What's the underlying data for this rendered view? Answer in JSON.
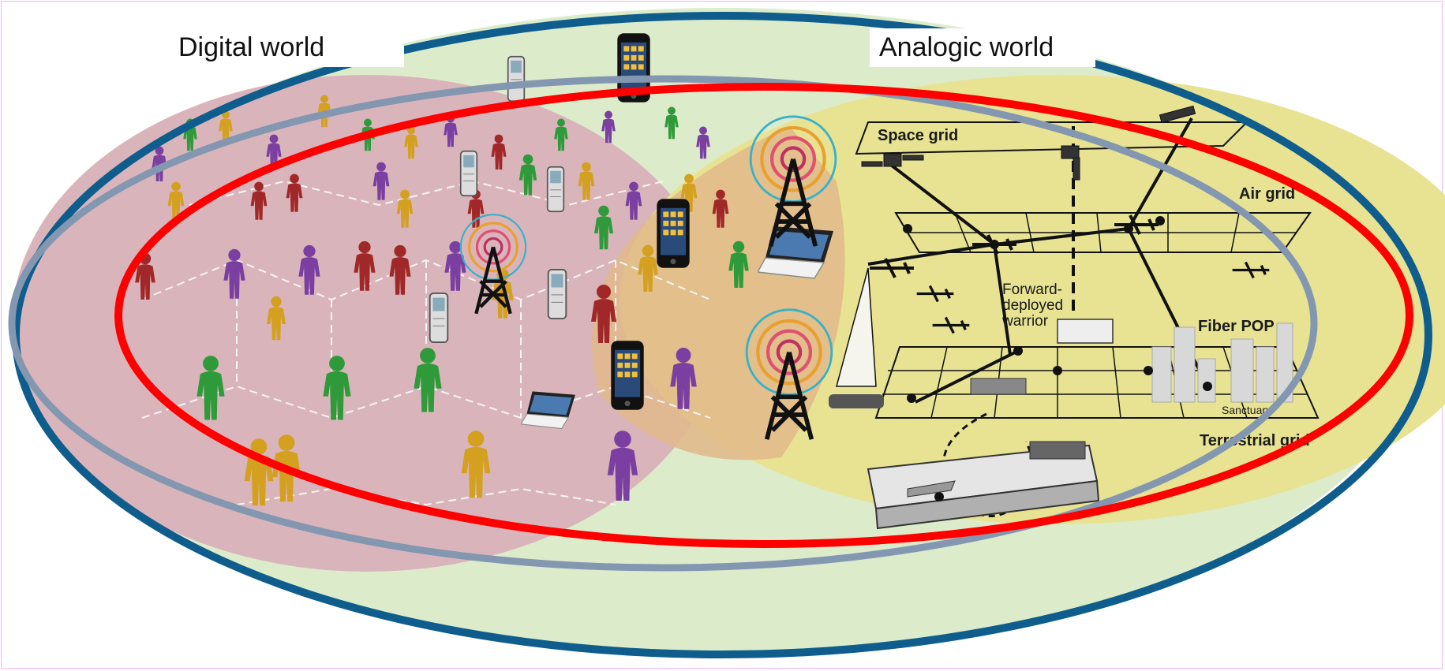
{
  "labels": {
    "digital_world": "Digital world",
    "analog_world": "Analogic world"
  },
  "grid_labels": {
    "space_grid": "Space grid",
    "air_grid": "Air grid",
    "forward_line1": "Forward-",
    "forward_line2": "deployed",
    "forward_line3": "warrior",
    "fiber_pop": "Fiber POP",
    "sanctuary": "Sanctuary",
    "terrestrial_grid": "Terrestrial grid"
  },
  "colors": {
    "outer_ellipse": "#0e5d8c",
    "middle_ellipse": "#8497b0",
    "inner_ellipse": "#ff0000",
    "background_green": "#d6e6bf",
    "digital_region": "#d8b3ba",
    "analog_region": "#e9e495",
    "overlap_region": "#e0b98a"
  },
  "icons": {
    "people": "person-figure",
    "phones": "smartphone",
    "laptops": "laptop",
    "towers": "radio-tower"
  }
}
